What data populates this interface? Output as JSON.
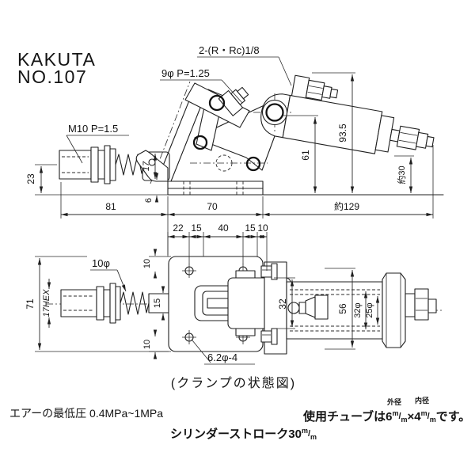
{
  "title": {
    "brand": "KAKUTA",
    "model": "NO.107"
  },
  "upper_view": {
    "labels": {
      "ports": "2-(R・Rc)1/8",
      "pivot_bolt": "9φ P=1.25",
      "rod_thread": "M10 P=1.5"
    },
    "dims": {
      "rod_height": "23",
      "clevis_width": "17",
      "plate_thk": "6",
      "len_rod": "81",
      "len_base": "70",
      "len_total": "約129",
      "h_pivot": "61",
      "h_total": "93.5",
      "h_fitting": "約30"
    }
  },
  "lower_view": {
    "labels": {
      "rod_dia": "10φ",
      "hex_flats": "17HEX",
      "mount_holes": "6.2φ-4"
    },
    "dims": {
      "plate_h": "71",
      "edge_top": "10",
      "rod_w": "15",
      "edge_bottom": "10",
      "chain": [
        "22",
        "15",
        "40",
        "15",
        "10"
      ],
      "bracket_w": "32",
      "cyl_w": "56",
      "bore_dia": "32φ",
      "tube_dia": "25φ"
    }
  },
  "caption": "(クランプの状態図)",
  "notes": {
    "air_pressure": "エアーの最低圧 0.4MPa~1MPa",
    "stroke_prefix": "シリンダーストローク30",
    "tube_prefix": "使用チューブは6",
    "tube_mid": "×4",
    "tube_suffix": "です。",
    "outer_dia": "外径",
    "inner_dia": "内径",
    "mm_numerator": "m",
    "mm_slash": "/",
    "mm_denominator": "m"
  }
}
